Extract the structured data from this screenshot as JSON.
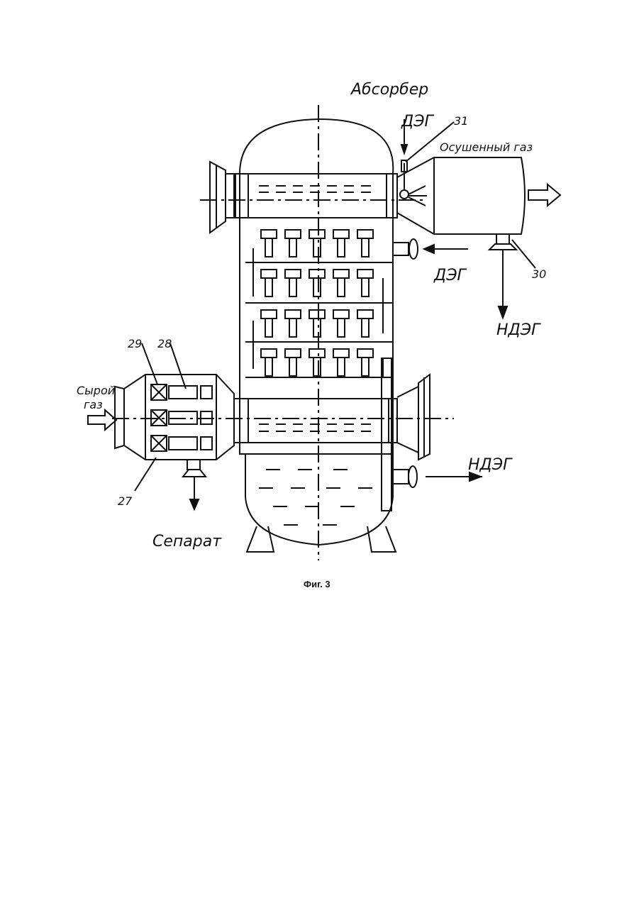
{
  "title": "Абсорбер",
  "caption": "Фиг. 3",
  "labels": {
    "deg_in": "ДЭГ",
    "deg_out": "ДЭГ",
    "dry_gas": "Осушенный газ",
    "ndeg_top": "НДЭГ",
    "ndeg_bottom": "НДЭГ",
    "raw_gas_1": "Сырой",
    "raw_gas_2": "газ",
    "separate": "Сепарат"
  },
  "callouts": {
    "n27": "27",
    "n28": "28",
    "n29": "29",
    "n30": "30",
    "n31": "31"
  }
}
